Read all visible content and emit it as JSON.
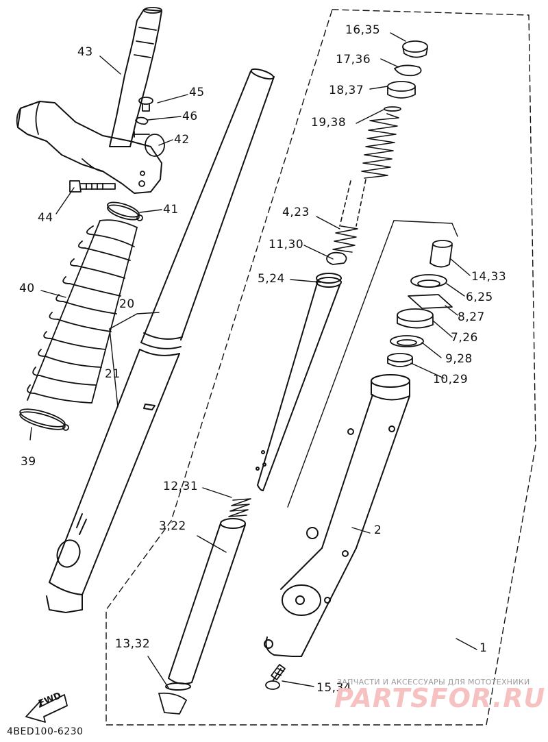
{
  "parts": [
    {
      "id": "p16",
      "label": "16,35"
    },
    {
      "id": "p17",
      "label": "17,36"
    },
    {
      "id": "p18",
      "label": "18,37"
    },
    {
      "id": "p19",
      "label": "19,38"
    },
    {
      "id": "p43",
      "label": "43"
    },
    {
      "id": "p45",
      "label": "45"
    },
    {
      "id": "p46",
      "label": "46"
    },
    {
      "id": "p42",
      "label": "42"
    },
    {
      "id": "p44",
      "label": "44"
    },
    {
      "id": "p41",
      "label": "41"
    },
    {
      "id": "p40",
      "label": "40"
    },
    {
      "id": "p39",
      "label": "39"
    },
    {
      "id": "p20",
      "label": "20"
    },
    {
      "id": "p21",
      "label": "21"
    },
    {
      "id": "p4",
      "label": "4,23"
    },
    {
      "id": "p11",
      "label": "11,30"
    },
    {
      "id": "p5",
      "label": "5,24"
    },
    {
      "id": "p14",
      "label": "14,33"
    },
    {
      "id": "p6",
      "label": "6,25"
    },
    {
      "id": "p8",
      "label": "8,27"
    },
    {
      "id": "p7",
      "label": "7,26"
    },
    {
      "id": "p9",
      "label": "9,28"
    },
    {
      "id": "p10",
      "label": "10,29"
    },
    {
      "id": "p12",
      "label": "12,31"
    },
    {
      "id": "p3",
      "label": "3,22"
    },
    {
      "id": "p2",
      "label": "2"
    },
    {
      "id": "p1",
      "label": "1"
    },
    {
      "id": "p13",
      "label": "13,32"
    },
    {
      "id": "p15",
      "label": "15,34"
    }
  ],
  "fwd_label": "FWD",
  "diagram_code": "4BED100-6230",
  "watermark": {
    "tagline": "ЗАПЧАСТИ И АКСЕССУАРЫ ДЛЯ МОТОТЕХНИКИ",
    "logo": "PARTSFOR.RU"
  }
}
